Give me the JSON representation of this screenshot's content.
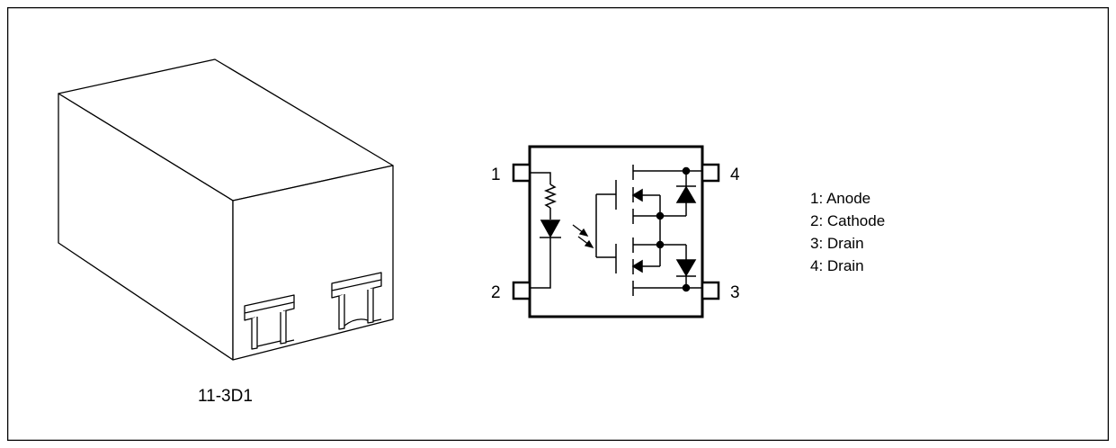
{
  "package_name": "11-3D1",
  "pin_numbers": {
    "pin1": "1",
    "pin2": "2",
    "pin3": "3",
    "pin4": "4"
  },
  "pin_legend": [
    "1: Anode",
    "2: Cathode",
    "3: Drain",
    "4: Drain"
  ]
}
